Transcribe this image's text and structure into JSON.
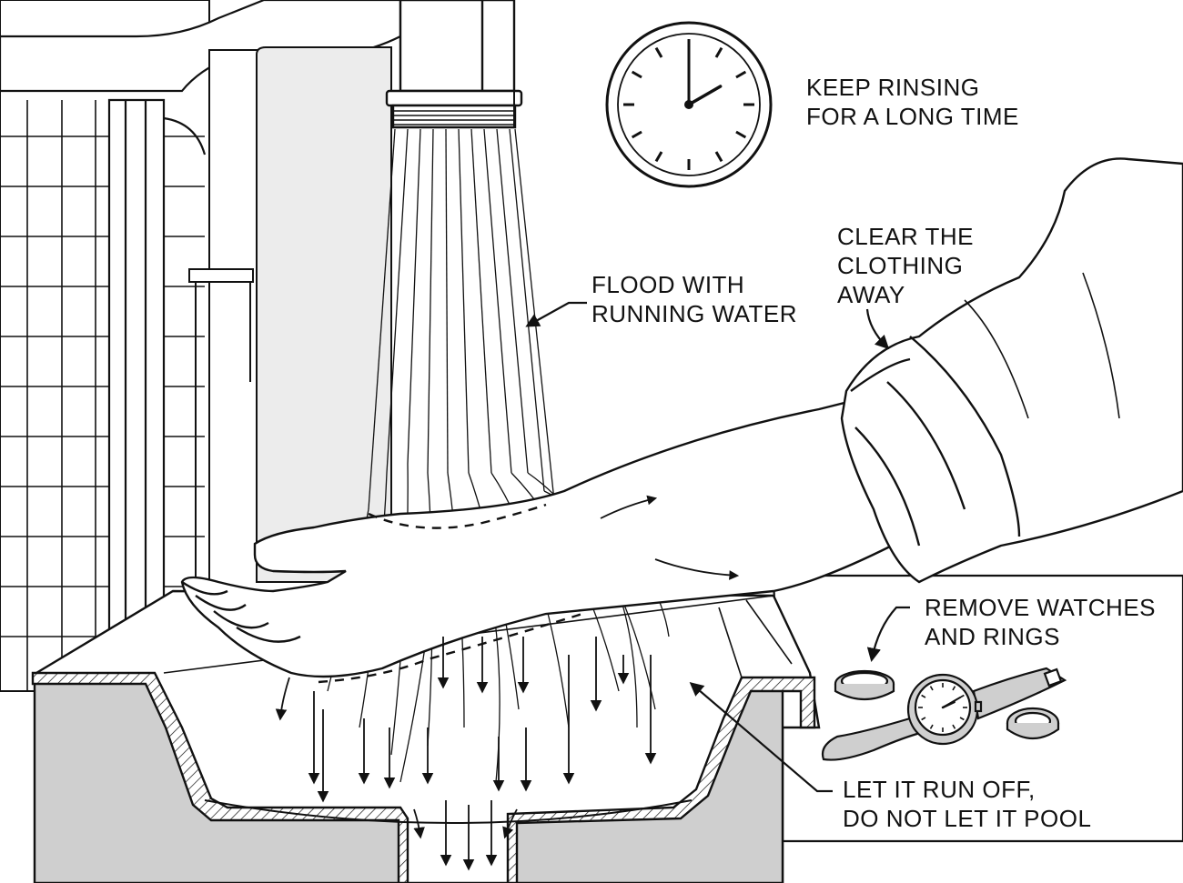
{
  "labels": {
    "keep_rinsing": [
      "KEEP RINSING",
      "FOR A LONG TIME"
    ],
    "clear_clothing": [
      "CLEAR THE",
      "CLOTHING",
      "AWAY"
    ],
    "flood_water": [
      "FLOOD WITH",
      "RUNNING WATER"
    ],
    "remove_watches": [
      "REMOVE WATCHES",
      "AND RINGS"
    ],
    "run_off": [
      "LET IT RUN OFF,",
      "DO NOT LET IT POOL"
    ]
  },
  "clock": {
    "hour": 2,
    "minute": 0
  },
  "watch": {
    "hour": 2,
    "minute": 10
  },
  "colors": {
    "ink": "#111111",
    "sink_gray": "#cfcfcf",
    "light_gray": "#e6e6e6",
    "paper": "#ffffff"
  }
}
